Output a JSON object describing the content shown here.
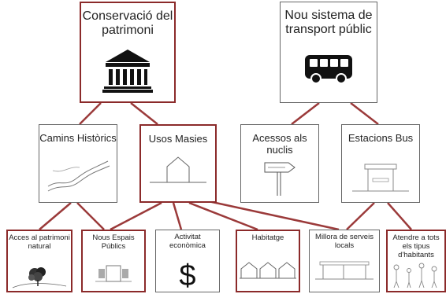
{
  "colors": {
    "highlight": "#8b2a2a",
    "line": "#9b3a3a",
    "box": "#666666"
  },
  "nodes": {
    "conservacio": {
      "label": "Conservació del patrimoni",
      "icon": "temple-icon",
      "highlight": true
    },
    "transport": {
      "label": "Nou sistema de transport públic",
      "icon": "bus-icon",
      "highlight": false
    },
    "camins": {
      "label": "Camins Històrics",
      "icon": "paths-icon",
      "highlight": false
    },
    "masies": {
      "label": "Usos Masies",
      "icon": "house-outline-icon",
      "highlight": true
    },
    "acessos": {
      "label": "Acessos als nuclis",
      "icon": "signpost-icon",
      "highlight": false
    },
    "estacions": {
      "label": "Estacions Bus",
      "icon": "bus-stop-icon",
      "highlight": false
    },
    "acces_patrimoni": {
      "label": "Acces al patrimoni natural",
      "icon": "tree-icon",
      "highlight": true
    },
    "espais": {
      "label": "Nous Espais Públics",
      "icon": "square-plan-icon",
      "highlight": true
    },
    "activitat": {
      "label": "Activitat econòmica",
      "icon": "dollar-icon",
      "highlight": false
    },
    "habitatge": {
      "label": "Habitatge",
      "icon": "houses-icon",
      "highlight": true
    },
    "millora": {
      "label": "Millora de serveis locals",
      "icon": "shelter-icon",
      "highlight": false
    },
    "atendre": {
      "label": "Atendre a tots els tipus d'habitants",
      "icon": "people-icon",
      "highlight": true
    }
  }
}
